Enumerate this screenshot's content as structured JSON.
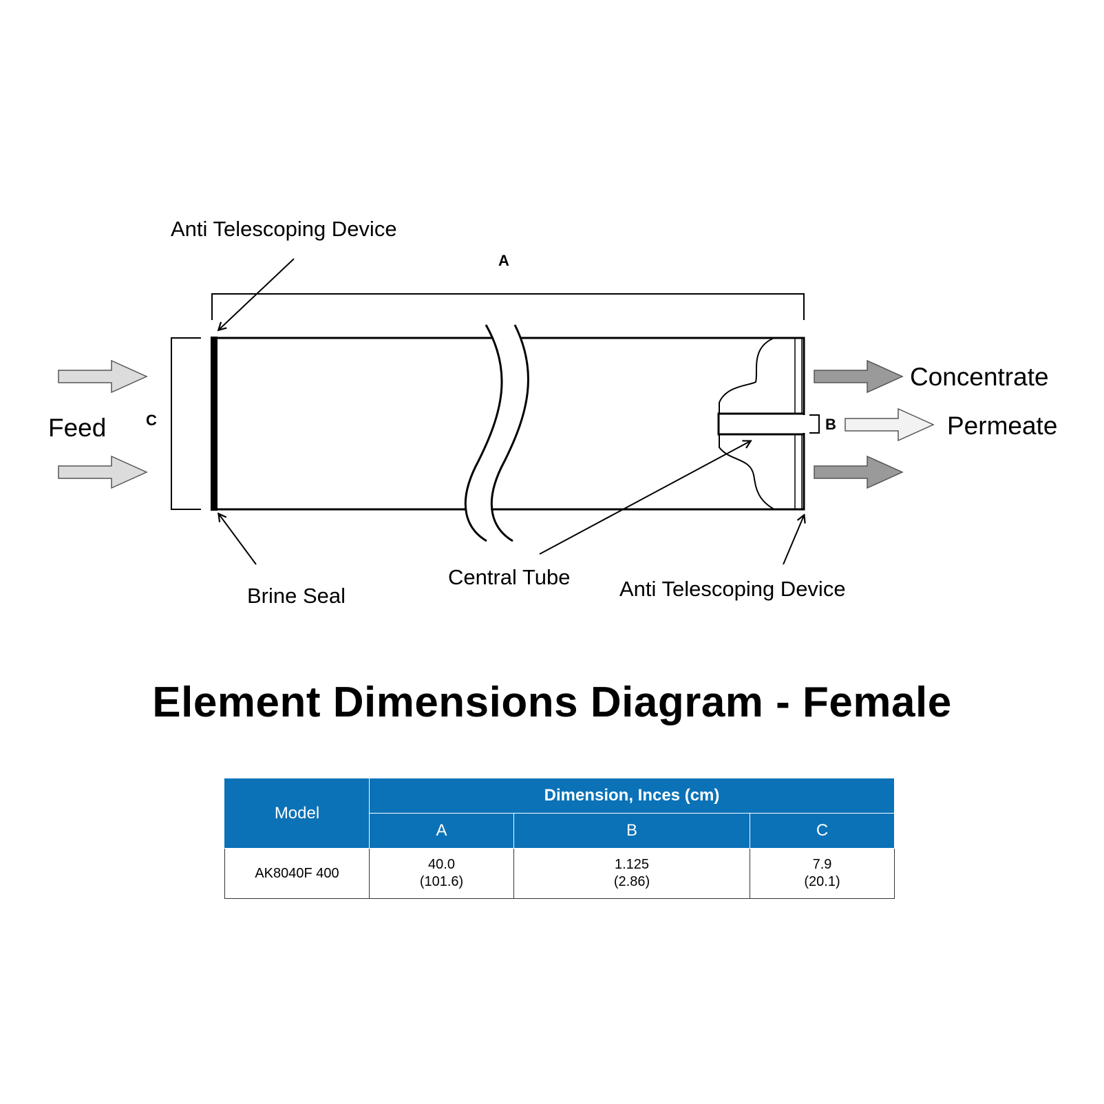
{
  "diagram": {
    "labels": {
      "anti_telescoping_top": "Anti Telescoping Device",
      "anti_telescoping_bottom": "Anti Telescoping Device",
      "brine_seal": "Brine Seal",
      "central_tube": "Central Tube",
      "feed": "Feed",
      "concentrate": "Concentrate",
      "permeate": "Permeate"
    },
    "dimension_markers": {
      "a": "A",
      "b": "B",
      "c": "C"
    },
    "colors": {
      "feed_arrow": "#dcdcdc",
      "concentrate_arrow": "#9a9a9a",
      "permeate_arrow": "#f2f2f2",
      "outline": "#000000"
    }
  },
  "title": "Element Dimensions Diagram - Female",
  "table": {
    "header_color": "#0b72b7",
    "model_header": "Model",
    "group_header": "Dimension, Inces (cm)",
    "column_headers": [
      "A",
      "B",
      "C"
    ],
    "rows": [
      {
        "model": "AK8040F 400",
        "a_in": "40.0",
        "a_cm": "(101.6)",
        "b_in": "1.125",
        "b_cm": "(2.86)",
        "c_in": "7.9",
        "c_cm": "(20.1)"
      }
    ]
  }
}
